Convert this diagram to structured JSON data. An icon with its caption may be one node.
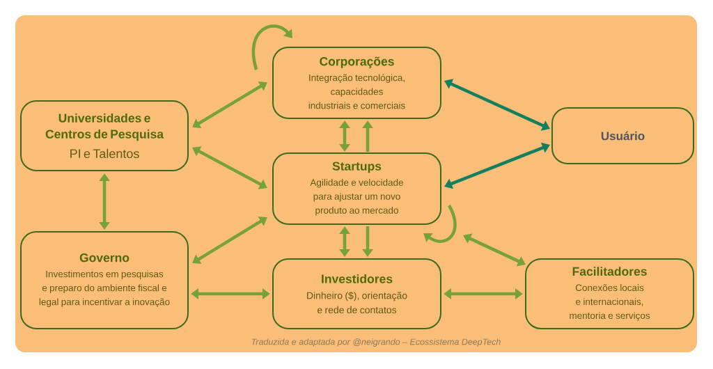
{
  "diagram": {
    "caption": "Traduzida e adaptada por @neigrando – Ecossistema DeepTech",
    "nodes": [
      {
        "text": [
          "Corporações",
          "Integração tecnológica, capacidades industriais e comerciais"
        ]
      },
      {
        "text": [
          "Universidades e Centros de Pesquisa",
          "PI e Talentos"
        ]
      },
      {
        "text": [
          "Usuário"
        ]
      },
      {
        "text": [
          "Startups",
          "Agilidade e velocidade para ajustar um novo produto ao mercado"
        ]
      },
      {
        "text": [
          "Governo",
          "Investimentos em pesquisas e preparo do ambiente fiscal e legal para incentivar a inovação"
        ]
      },
      {
        "text": [
          "Investidores",
          "Dinheiro ($), orientação e rede de contatos"
        ]
      },
      {
        "text": [
          "Facilitadores",
          "Conexões locais e internacionais, mentoria e serviços"
        ]
      }
    ],
    "edges": [
      {
        "from": 0,
        "to": 0,
        "arrow": "to"
      },
      {
        "from": 1,
        "to": 0,
        "arrow": "both"
      },
      {
        "from": 1,
        "to": 3,
        "arrow": "both"
      },
      {
        "from": 0,
        "to": 3,
        "arrow": "both"
      },
      {
        "from": 3,
        "to": 0,
        "arrow": "to"
      },
      {
        "from": 0,
        "to": 2,
        "arrow": "both",
        "color": "#12805e"
      },
      {
        "from": 3,
        "to": 2,
        "arrow": "both",
        "color": "#12805e"
      },
      {
        "from": 1,
        "to": 4,
        "arrow": "both"
      },
      {
        "from": 4,
        "to": 3,
        "arrow": "both"
      },
      {
        "from": 4,
        "to": 5,
        "arrow": "both"
      },
      {
        "from": 3,
        "to": 5,
        "arrow": "both"
      },
      {
        "from": 3,
        "to": 5,
        "arrow": "to"
      },
      {
        "from": 3,
        "to": 3,
        "arrow": "to"
      },
      {
        "from": 3,
        "to": 6,
        "arrow": "both"
      },
      {
        "from": 5,
        "to": 6,
        "arrow": "both"
      }
    ]
  }
}
